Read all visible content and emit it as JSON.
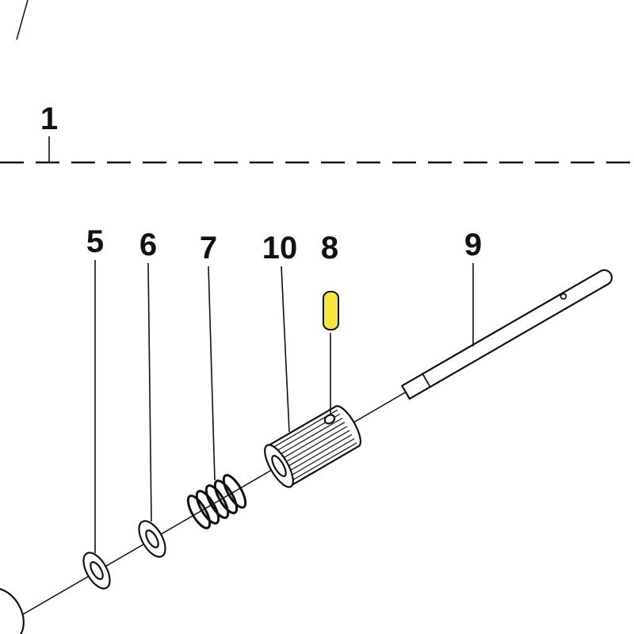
{
  "figure": {
    "type": "exploded-parts-diagram",
    "background": "#ffffff",
    "line_color": "#111111"
  },
  "callouts": {
    "n1": {
      "label": "1"
    },
    "n5": {
      "label": "5"
    },
    "n6": {
      "label": "6"
    },
    "n7": {
      "label": "7"
    },
    "n10": {
      "label": "10"
    },
    "n8": {
      "label": "8"
    },
    "n9": {
      "label": "9"
    }
  },
  "highlight": {
    "selected_callout": "8",
    "color": "#f6e53c"
  }
}
